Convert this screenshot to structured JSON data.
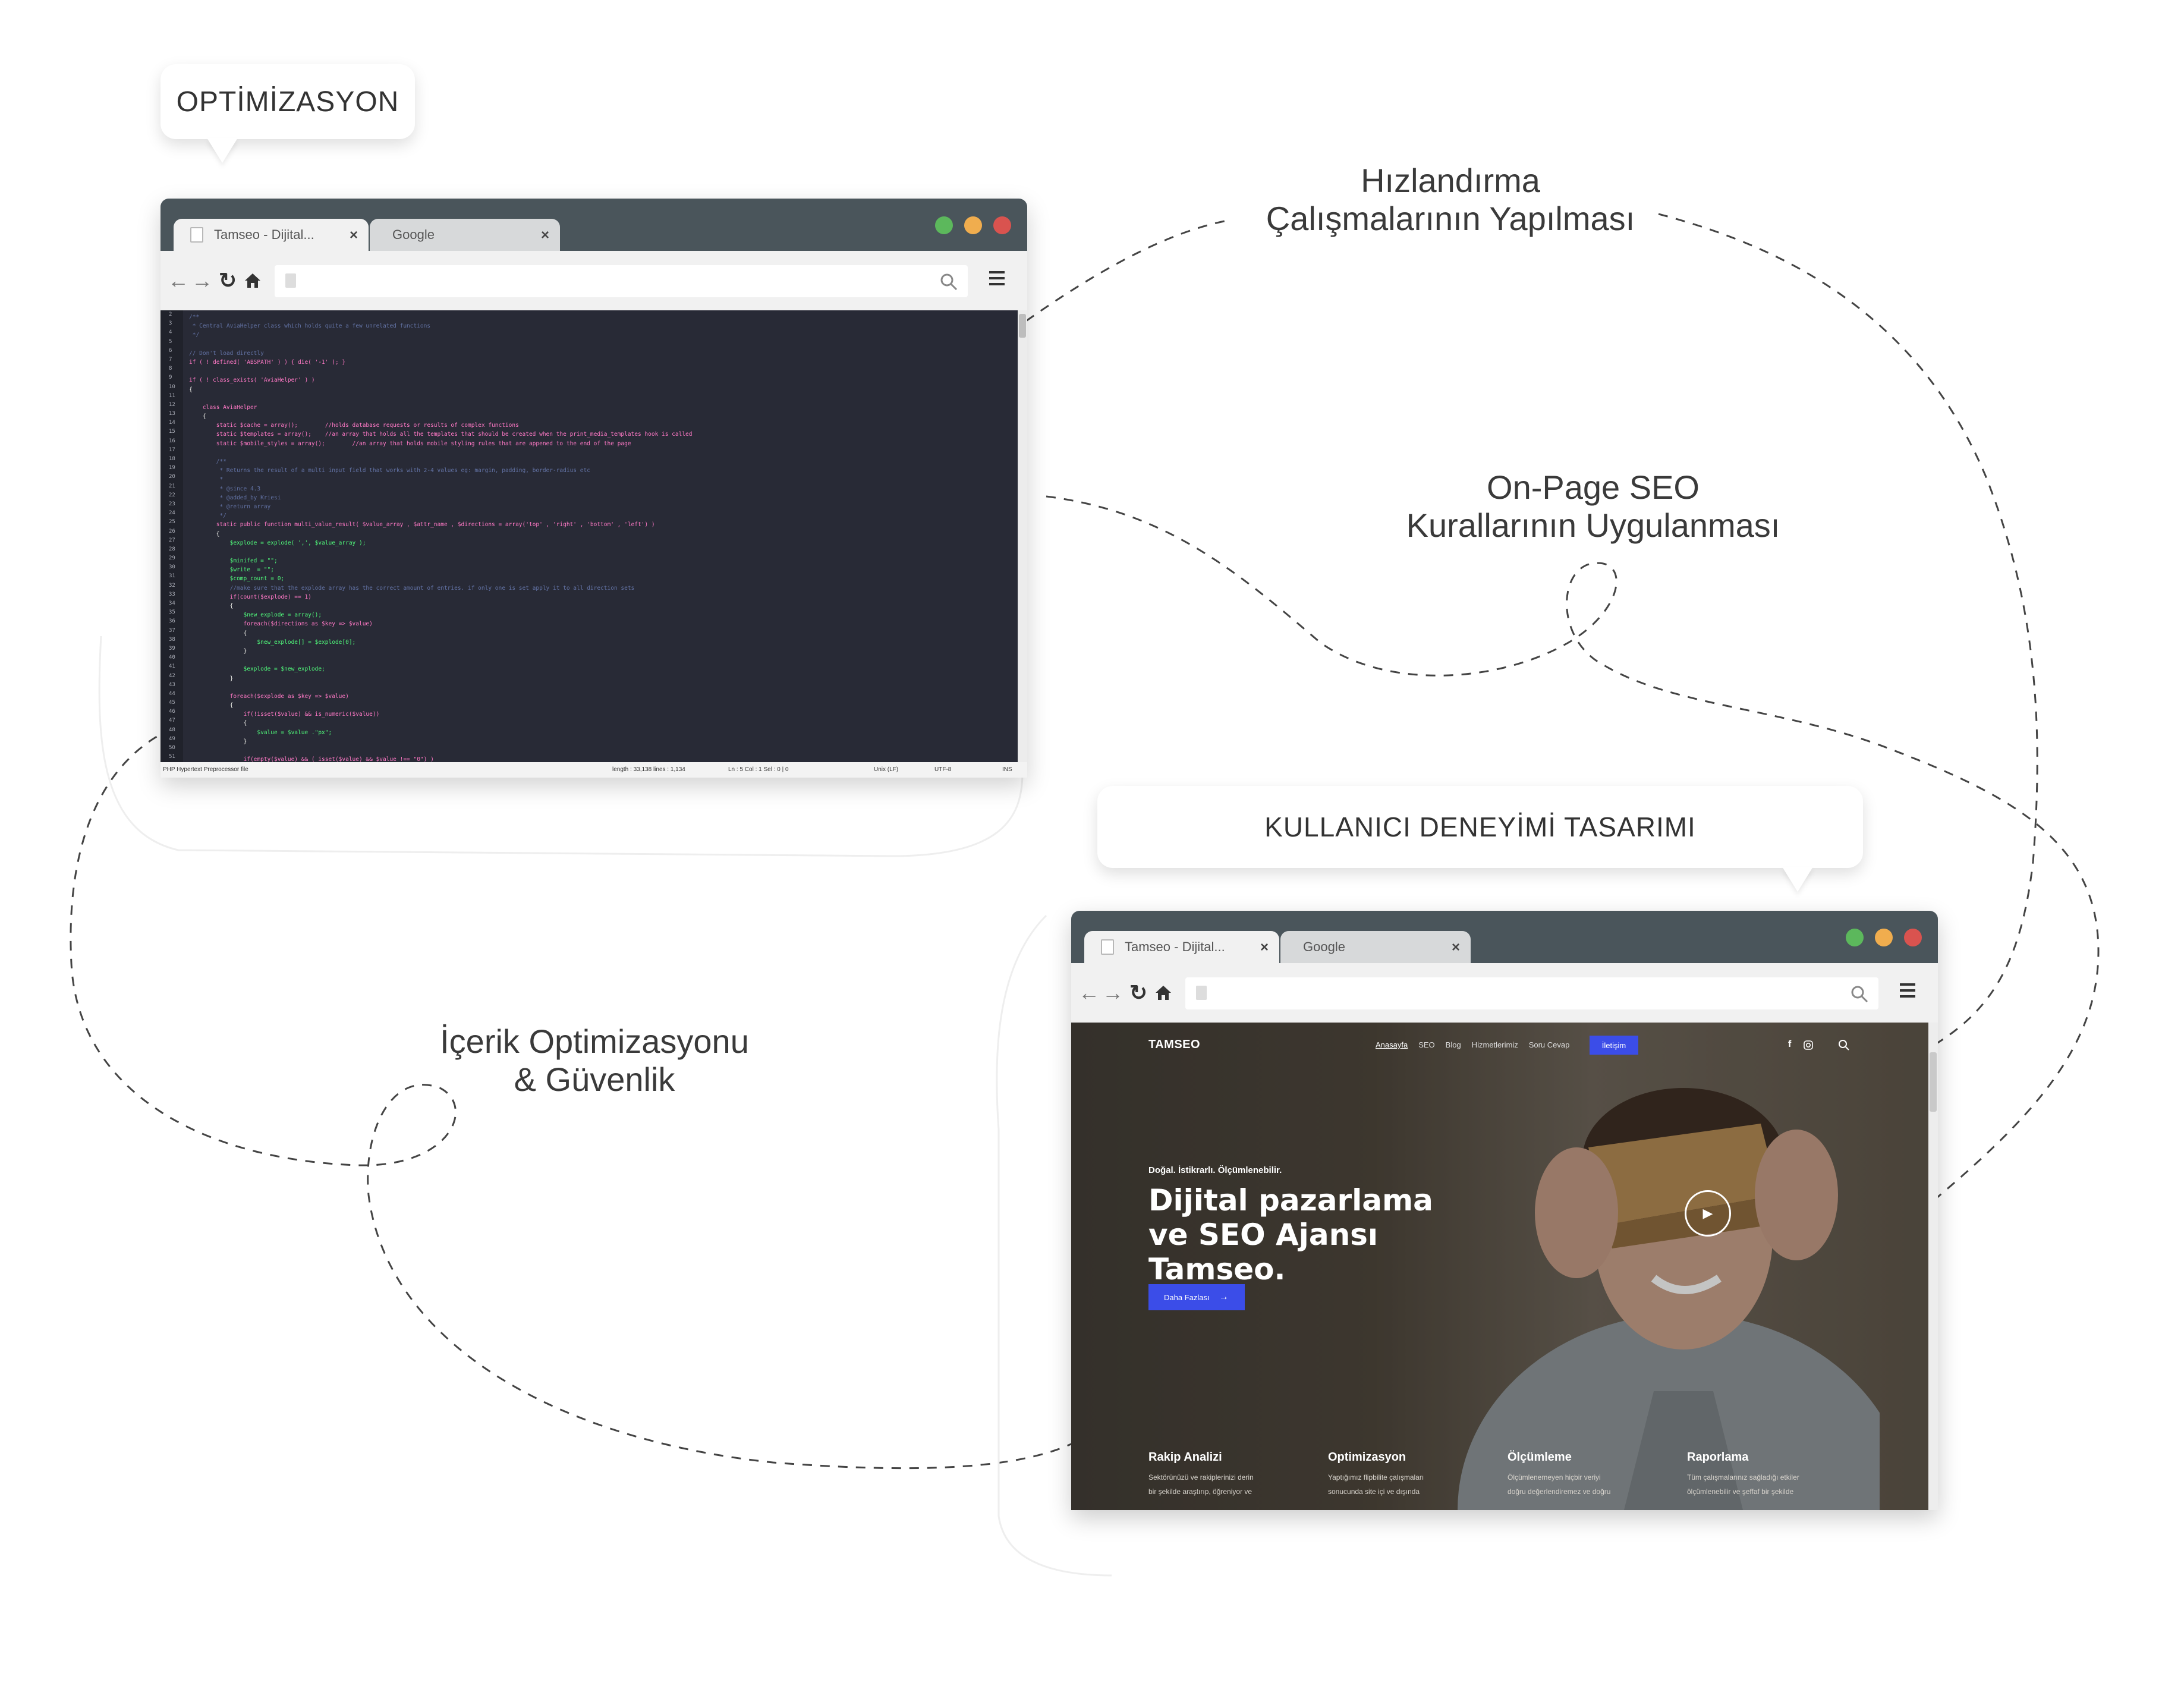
{
  "callouts": {
    "optimization": "OPTİMİZASYON",
    "ux": "KULLANICI DENEYİMİ TASARIMI"
  },
  "captions": {
    "speed_line1": "Hızlandırma",
    "speed_line2": "Çalışmalarının Yapılması",
    "onpage_line1": "On-Page SEO",
    "onpage_line2": "Kurallarının Uygulanması",
    "content_line1": "İçerik Optimizasyonu",
    "content_line2": "& Güvenlik"
  },
  "browser_window": {
    "tabs": [
      "Tamseo - Dijital...",
      "Google"
    ],
    "close_glyph": "×",
    "dot_colors": [
      "#5cb85c",
      "#f0ad4e",
      "#d9534f"
    ]
  },
  "editor": {
    "line_numbers": [
      "2",
      "3",
      "4",
      "5",
      "6",
      "7",
      "8",
      "9",
      "10",
      "11",
      "12",
      "13",
      "14",
      "15",
      "16",
      "17",
      "18",
      "19",
      "20",
      "21",
      "22",
      "23",
      "24",
      "25",
      "26",
      "27",
      "28",
      "29",
      "30",
      "31",
      "32",
      "33",
      "34",
      "35",
      "36",
      "37",
      "38",
      "39",
      "40",
      "41",
      "42",
      "43",
      "44",
      "45",
      "46",
      "47",
      "48",
      "49",
      "50",
      "51"
    ],
    "lines": [
      "/**",
      " * Central AviaHelper class which holds quite a few unrelated functions",
      " */",
      "",
      "// Don't load directly",
      "if ( ! defined( 'ABSPATH' ) ) { die( '-1' ); }",
      "",
      "if ( ! class_exists( 'AviaHelper' ) )",
      "{",
      "",
      "    class AviaHelper",
      "    {",
      "        static $cache = array();        //holds database requests or results of complex functions",
      "        static $templates = array();    //an array that holds all the templates that should be created when the print_media_templates hook is called",
      "        static $mobile_styles = array();        //an array that holds mobile styling rules that are appened to the end of the page",
      "",
      "        /**",
      "         * Returns the result of a multi input field that works with 2-4 values eg: margin, padding, border-radius etc",
      "         *",
      "         * @since 4.3",
      "         * @added_by Kriesi",
      "         * @return array",
      "         */",
      "        static public function multi_value_result( $value_array , $attr_name , $directions = array('top' , 'right' , 'bottom' , 'left') )",
      "        {",
      "            $explode = explode( ',', $value_array );",
      "",
      "            $minifed = \"\";",
      "            $write  = \"\";",
      "            $comp_count = 0;",
      "            //make sure that the explode array has the correct amount of entries. if only one is set apply it to all direction sets",
      "            if(count($explode) == 1)",
      "            {",
      "                $new_explode = array();",
      "                foreach($directions as $key => $value)",
      "                {",
      "                    $new_explode[] = $explode[0];",
      "                }",
      "",
      "                $explode = $new_explode;",
      "            }",
      "",
      "            foreach($explode as $key => $value)",
      "            {",
      "                if(!isset($value) && is_numeric($value))",
      "                {",
      "                    $value = $value .\"px\";",
      "                }",
      "",
      "                if(empty($value) && ( isset($value) && $value !== \"0\") )"
    ],
    "status": {
      "filetype": "PHP Hypertext Preprocessor file",
      "length": "length : 33,138   lines : 1,134",
      "position": "Ln : 5    Col : 1    Sel : 0 | 0",
      "eol": "Unix (LF)",
      "encoding": "UTF-8",
      "mode": "INS"
    },
    "colors": {
      "background": "#282a36",
      "keyword": "#ff79c6",
      "string": "#f1fa8c",
      "comment": "#6272a4",
      "variable": "#50fa7b"
    }
  },
  "website": {
    "brand": "TAMSEO",
    "nav": [
      "Anasayfa",
      "SEO",
      "Blog",
      "Hizmetlerimiz",
      "Soru Cevap"
    ],
    "nav_cta": "İletişim",
    "social_icons": [
      "facebook-icon",
      "instagram-icon",
      "search-icon"
    ],
    "eyebrow": "Doğal. İstikrarlı. Ölçümlenebilir.",
    "headline": "Dijital pazarlama ve SEO Ajansı Tamseo.",
    "more_button": "Daha Fazlası",
    "arrow": "→",
    "play_glyph": "▶",
    "accent": "#3b4de8",
    "features": [
      {
        "title": "Rakip Analizi",
        "desc_line1": "Sektörünüzü ve rakiplerinizi derin",
        "desc_line2": "bir şekilde araştırıp, öğreniyor ve"
      },
      {
        "title": "Optimizasyon",
        "desc_line1": "Yaptığımız flipbilite çalışmaları",
        "desc_line2": "sonucunda site içi ve dışında"
      },
      {
        "title": "Ölçümleme",
        "desc_line1": "Ölçümlenemeyen hiçbir veriyi",
        "desc_line2": "doğru değerlendiremez ve doğru"
      },
      {
        "title": "Raporlama",
        "desc_line1": "Tüm çalışmalarınız sağladığı etkiler",
        "desc_line2": "ölçümlenebilir ve şeffaf bir şekilde"
      }
    ]
  }
}
